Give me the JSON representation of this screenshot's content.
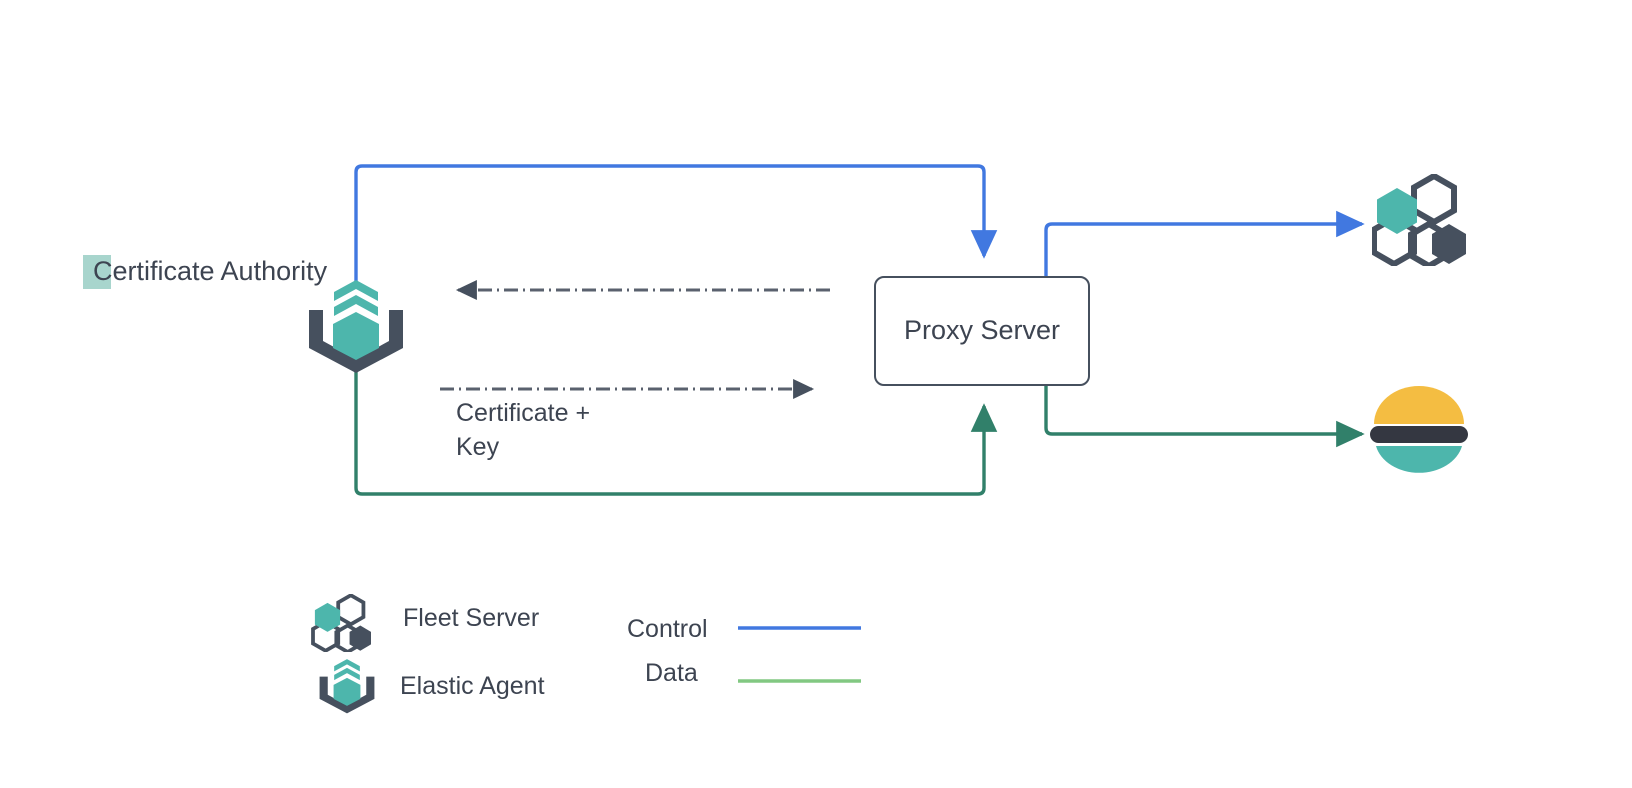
{
  "diagram": {
    "title_nodes": {
      "certificate_authority": "Certificate Authority",
      "proxy_server": "Proxy Server"
    },
    "edge_labels": {
      "certificate_key": "Certificate +\nKey"
    },
    "legend": {
      "items": [
        {
          "icon": "fleet-server-icon",
          "label": "Fleet Server"
        },
        {
          "icon": "elastic-agent-icon",
          "label": "Elastic Agent"
        }
      ],
      "lines": [
        {
          "label": "Control",
          "color": "#4178e0"
        },
        {
          "label": "Data",
          "color": "#82c882"
        }
      ]
    },
    "icons": {
      "elastic_agent": "elastic-agent-icon",
      "fleet_server": "fleet-server-icon",
      "elasticsearch": "elasticsearch-logo"
    },
    "colors": {
      "control_line": "#4178e0",
      "data_line": "#31806a",
      "dashed_line": "#5a616e",
      "teal": "#4db6ac",
      "dark_slate": "#46505e",
      "text": "#3d4451",
      "es_yellow": "#f4bd42",
      "es_dark": "#343741",
      "es_teal": "#4db6ac",
      "highlight": "#a8d5cd"
    }
  }
}
